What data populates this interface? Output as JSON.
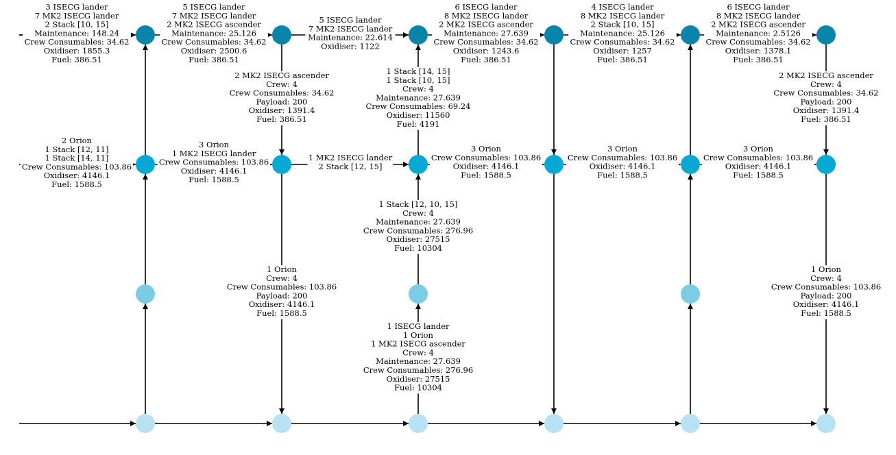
{
  "colors": {
    "orbit_high": "#0a84a8",
    "orbit_mid": "#05a9d3",
    "orbit_low": "#7ccde4",
    "surface": "#b8e2f4",
    "edge": "#000000",
    "background": "#ffffff"
  },
  "nodes": [
    {
      "id": "h1",
      "level": "orbit_high"
    },
    {
      "id": "h2",
      "level": "orbit_high"
    },
    {
      "id": "h3",
      "level": "orbit_high"
    },
    {
      "id": "h4",
      "level": "orbit_high"
    },
    {
      "id": "h5",
      "level": "orbit_high"
    },
    {
      "id": "h6",
      "level": "orbit_high"
    },
    {
      "id": "m1",
      "level": "orbit_mid"
    },
    {
      "id": "m2",
      "level": "orbit_mid"
    },
    {
      "id": "m3",
      "level": "orbit_mid"
    },
    {
      "id": "m4",
      "level": "orbit_mid"
    },
    {
      "id": "m5",
      "level": "orbit_mid"
    },
    {
      "id": "m6",
      "level": "orbit_mid"
    },
    {
      "id": "l1",
      "level": "orbit_low"
    },
    {
      "id": "l3",
      "level": "orbit_low"
    },
    {
      "id": "l5",
      "level": "orbit_low"
    },
    {
      "id": "s1",
      "level": "surface"
    },
    {
      "id": "s2",
      "level": "surface"
    },
    {
      "id": "s3",
      "level": "surface"
    },
    {
      "id": "s4",
      "level": "surface"
    },
    {
      "id": "s5",
      "level": "surface"
    },
    {
      "id": "s6",
      "level": "surface"
    }
  ],
  "edges": [
    {
      "id": "e-in-h1",
      "from": null,
      "to": "h1",
      "label": [
        "3 ISECG lander",
        "7 MK2 ISECG lander",
        "2 Stack [10, 15]",
        "Maintenance: 148.24",
        "Crew Consumables: 34.62",
        "Oxidiser: 1855.3",
        "Fuel: 386.51"
      ]
    },
    {
      "id": "e-h1-h2",
      "from": "h1",
      "to": "h2",
      "label": [
        "5 ISECG lander",
        "7 MK2 ISECG lander",
        "2 MK2 ISECG ascender",
        "Maintenance: 25.126",
        "Crew Consumables: 34.62",
        "Oxidiser: 2500.6",
        "Fuel: 386.51"
      ]
    },
    {
      "id": "e-h2-h3",
      "from": "h2",
      "to": "h3",
      "label": [
        "5 ISECG lander",
        "7 MK2 ISECG lander",
        "Maintenance: 22.614",
        "Oxidiser: 1122"
      ]
    },
    {
      "id": "e-h3-h4",
      "from": "h3",
      "to": "h4",
      "label": [
        "6 ISECG lander",
        "8 MK2 ISECG lander",
        "2 MK2 ISECG ascender",
        "Maintenance: 27.639",
        "Crew Consumables: 34.62",
        "Oxidiser: 1243.6",
        "Fuel: 386.51"
      ]
    },
    {
      "id": "e-h4-h5",
      "from": "h4",
      "to": "h5",
      "label": [
        "4 ISECG lander",
        "8 MK2 ISECG lander",
        "2 Stack [10, 15]",
        "Maintenance: 25.126",
        "Crew Consumables: 34.62",
        "Oxidiser: 1257",
        "Fuel: 386.51"
      ]
    },
    {
      "id": "e-h5-h6",
      "from": "h5",
      "to": "h6",
      "label": [
        "6 ISECG lander",
        "8 MK2 ISECG lander",
        "2 MK2 ISECG ascender",
        "Maintenance: 2.5126",
        "Crew Consumables: 34.62",
        "Oxidiser: 1378.1",
        "Fuel: 386.51"
      ]
    },
    {
      "id": "e-h2-m2",
      "from": "h2",
      "to": "m2",
      "label": [
        "2 MK2 ISECG ascender",
        "Crew: 4",
        "Crew Consumables: 34.62",
        "Payload: 200",
        "Oxidiser: 1391.4",
        "Fuel: 386.51"
      ]
    },
    {
      "id": "e-m3-h3",
      "from": "m3",
      "to": "h3",
      "label": [
        "1 Stack [14, 15]",
        "1 Stack [10, 15]",
        "Crew: 4",
        "Maintenance: 27.639",
        "Crew Consumables: 69.24",
        "Oxidiser: 11560",
        "Fuel: 4191"
      ]
    },
    {
      "id": "e-h4-m4",
      "from": "h4",
      "to": "m4",
      "label": []
    },
    {
      "id": "e-m5-h5",
      "from": "m5",
      "to": "h5",
      "label": []
    },
    {
      "id": "e-h6-m6",
      "from": "h6",
      "to": "m6",
      "label": [
        "2 MK2 ISECG ascender",
        "Crew: 4",
        "Crew Consumables: 34.62",
        "Payload: 200",
        "Oxidiser: 1391.4",
        "Fuel: 386.51"
      ]
    },
    {
      "id": "e-m1-h1",
      "from": "m1",
      "to": "h1",
      "label": []
    },
    {
      "id": "e-in-m1",
      "from": null,
      "to": "m1",
      "label": [
        "2 Orion",
        "1 Stack [12, 11]",
        "1 Stack [14, 11]",
        "Crew Consumables: 103.86",
        "Oxidiser: 4146.1",
        "Fuel: 1588.5"
      ]
    },
    {
      "id": "e-m1-m2",
      "from": "m1",
      "to": "m2",
      "label": [
        "3 Orion",
        "1 MK2 ISECG lander",
        "Crew Consumables: 103.86",
        "Oxidiser: 4146.1",
        "Fuel: 1588.5"
      ]
    },
    {
      "id": "e-m2-m3",
      "from": "m2",
      "to": "m3",
      "label": [
        "1 MK2 ISECG lander",
        "2 Stack [12, 15]"
      ]
    },
    {
      "id": "e-m3-m4",
      "from": "m3",
      "to": "m4",
      "label": [
        "3 Orion",
        "Crew Consumables: 103.86",
        "Oxidiser: 4146.1",
        "Fuel: 1588.5"
      ]
    },
    {
      "id": "e-m4-m5",
      "from": "m4",
      "to": "m5",
      "label": [
        "3 Orion",
        "Crew Consumables: 103.86",
        "Oxidiser: 4146.1",
        "Fuel: 1588.5"
      ]
    },
    {
      "id": "e-m5-m6",
      "from": "m5",
      "to": "m6",
      "label": [
        "3 Orion",
        "Crew Consumables: 103.86",
        "Oxidiser: 4146.1",
        "Fuel: 1588.5"
      ]
    },
    {
      "id": "e-l3-m3",
      "from": "l3",
      "to": "m3",
      "label": [
        "1 Stack [12, 10, 15]",
        "Crew: 4",
        "Maintenance: 27.639",
        "Crew Consumables: 276.96",
        "Oxidiser: 27515",
        "Fuel: 10304"
      ]
    },
    {
      "id": "e-l1-m1",
      "from": "l1",
      "to": "m1",
      "label": []
    },
    {
      "id": "e-l5-m5",
      "from": "l5",
      "to": "m5",
      "label": []
    },
    {
      "id": "e-m2-s2",
      "from": "m2",
      "to": "s2",
      "label": [
        "1 Orion",
        "Crew: 4",
        "Crew Consumables: 103.86",
        "Payload: 200",
        "Oxidiser: 4146.1",
        "Fuel: 1588.5"
      ]
    },
    {
      "id": "e-m6-s6",
      "from": "m6",
      "to": "s6",
      "label": [
        "1 Orion",
        "Crew: 4",
        "Crew Consumables: 103.86",
        "Payload: 200",
        "Oxidiser: 4146.1",
        "Fuel: 1588.5"
      ]
    },
    {
      "id": "e-m4-s4",
      "from": "m4",
      "to": "s4",
      "label": []
    },
    {
      "id": "e-s3-l3",
      "from": "s3",
      "to": "l3",
      "label": [
        "1 ISECG lander",
        "1 Orion",
        "1 MK2 ISECG ascender",
        "Crew: 4",
        "Maintenance: 27.639",
        "Crew Consumables: 276.96",
        "Oxidiser: 27515",
        "Fuel: 10304"
      ]
    },
    {
      "id": "e-s1-l1",
      "from": "s1",
      "to": "l1",
      "label": []
    },
    {
      "id": "e-s5-l5",
      "from": "s5",
      "to": "l5",
      "label": []
    },
    {
      "id": "e-in-s1",
      "from": null,
      "to": "s1",
      "label": []
    },
    {
      "id": "e-s1-s2",
      "from": "s1",
      "to": "s2",
      "label": []
    },
    {
      "id": "e-s2-s3",
      "from": "s2",
      "to": "s3",
      "label": []
    },
    {
      "id": "e-s3-s4",
      "from": "s3",
      "to": "s4",
      "label": []
    },
    {
      "id": "e-s4-s5",
      "from": "s4",
      "to": "s5",
      "label": []
    },
    {
      "id": "e-s5-s6",
      "from": "s5",
      "to": "s6",
      "label": []
    }
  ]
}
